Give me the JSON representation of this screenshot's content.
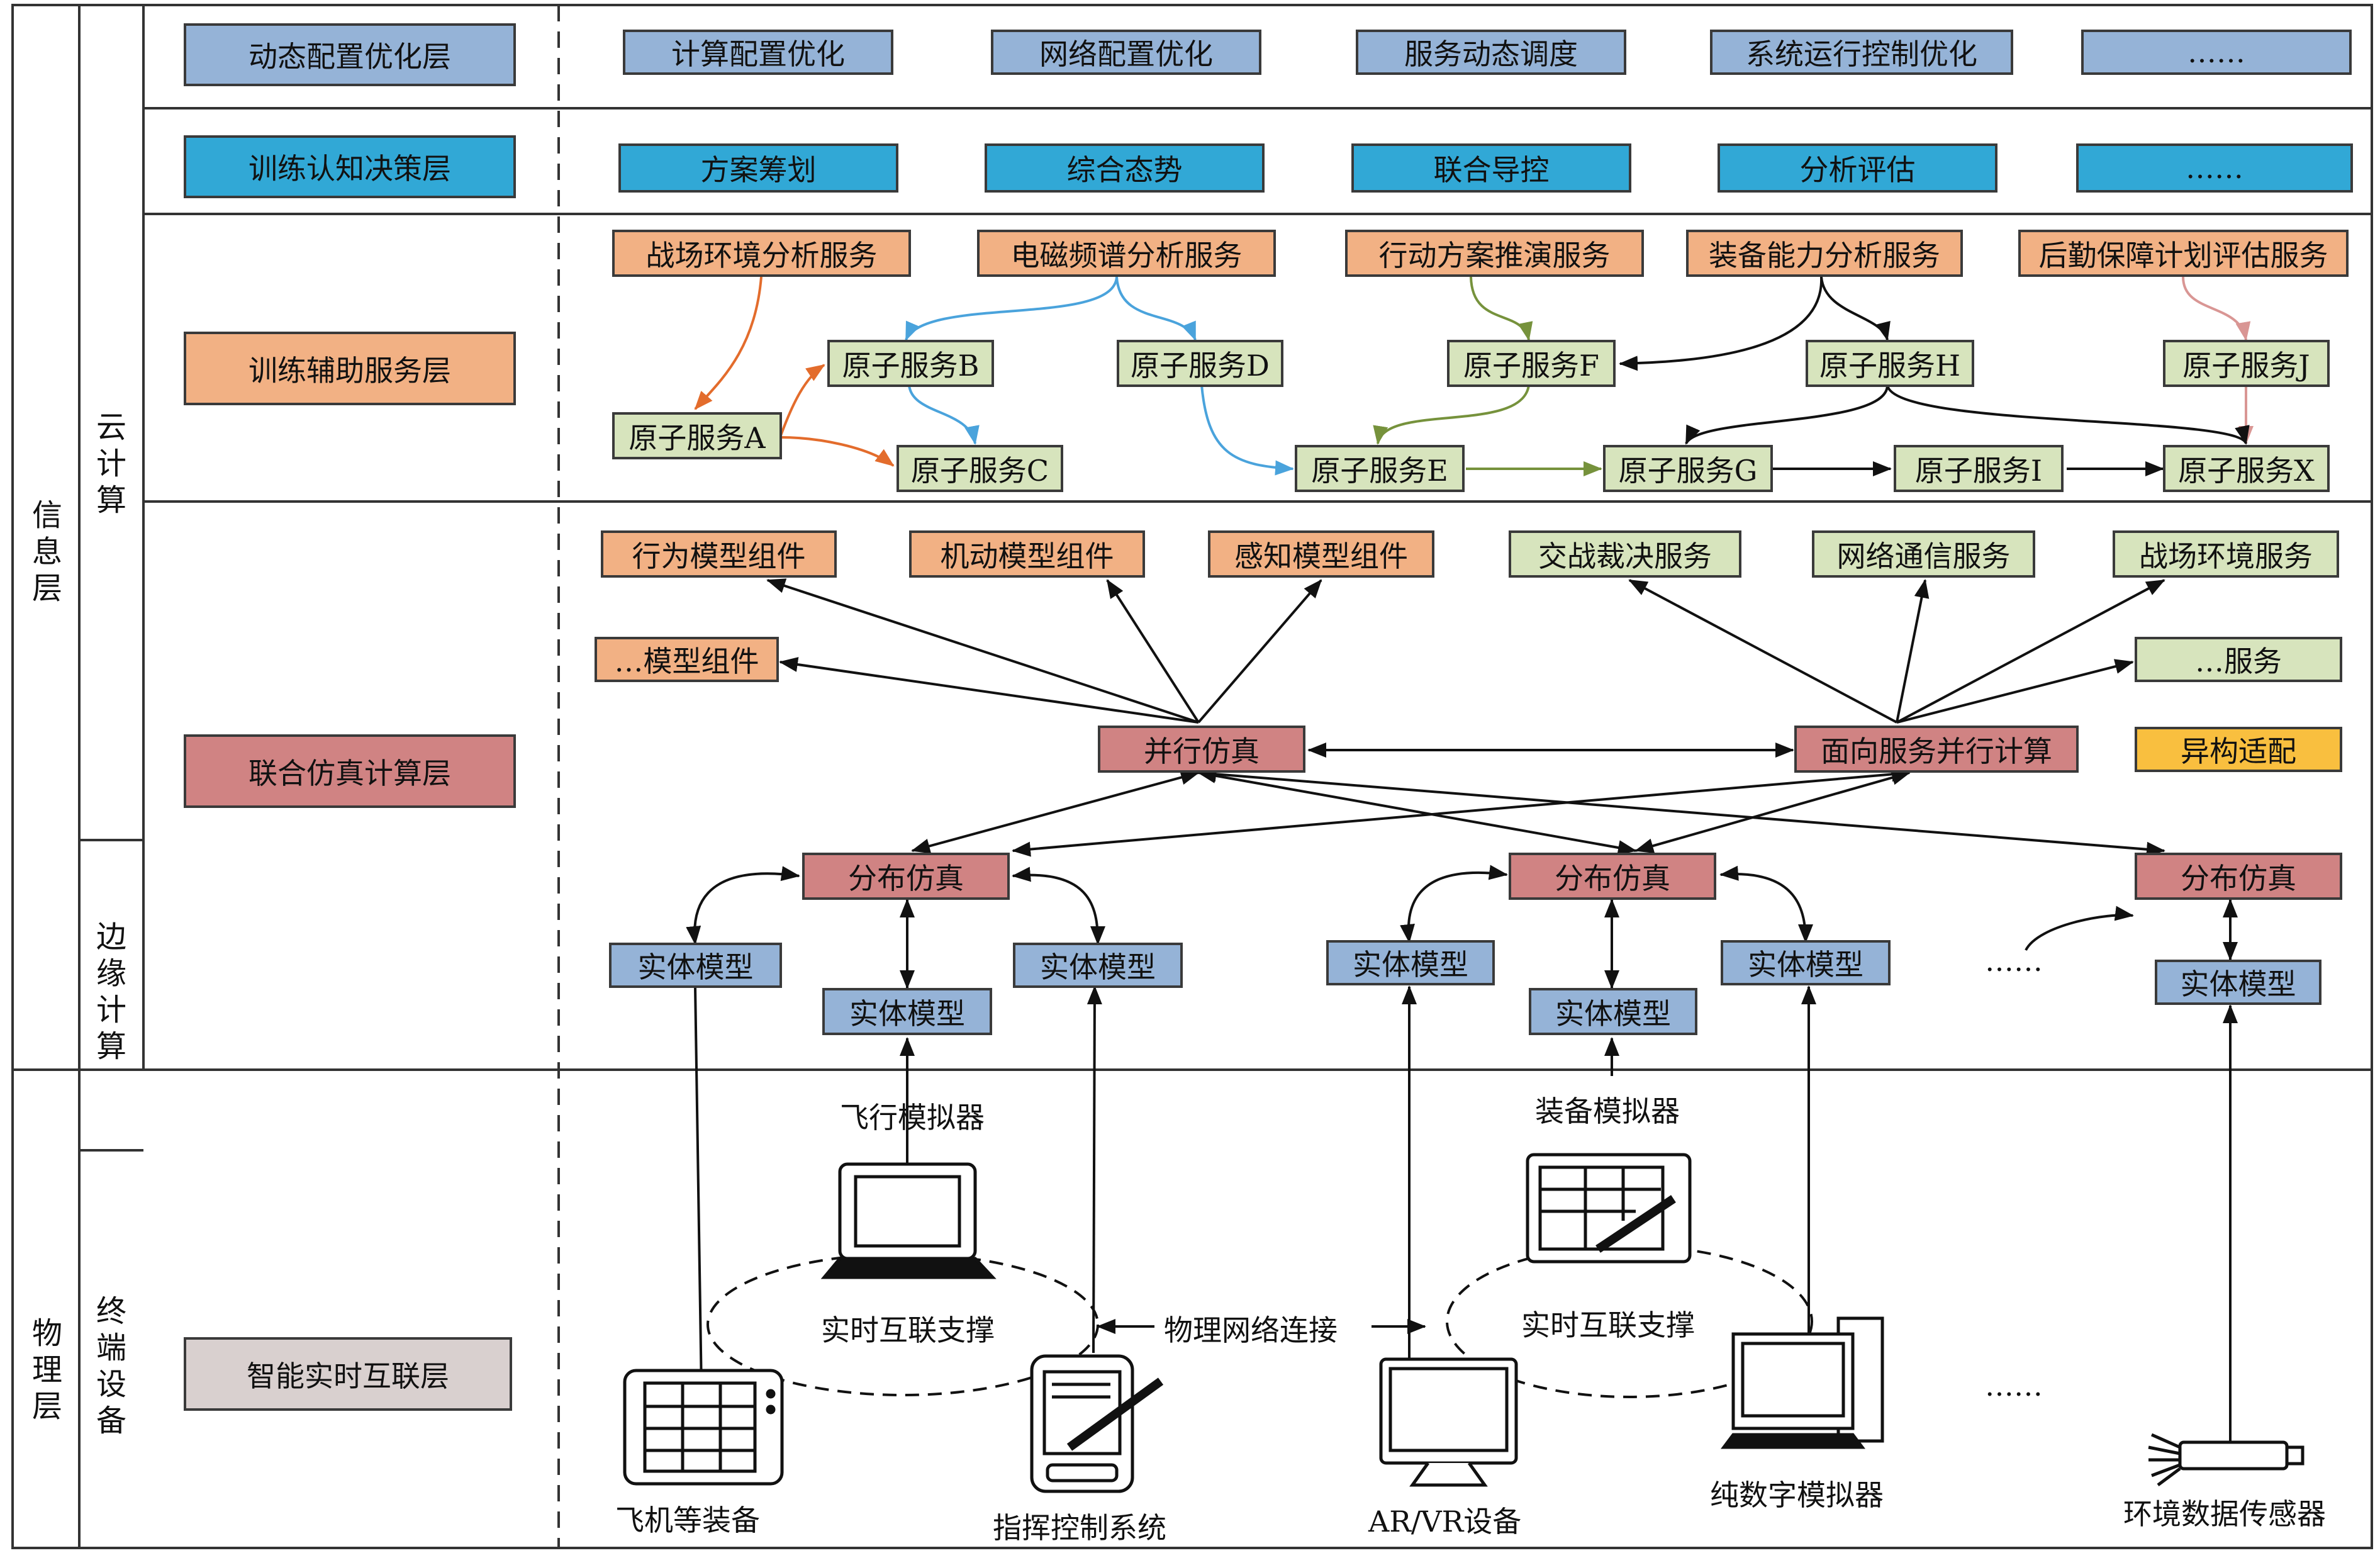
{
  "colors": {
    "blue_gray": "#95b3d7",
    "cyan": "#31a8d6",
    "peach": "#f2b184",
    "sage": "#d7e4bd",
    "rose": "#d08383",
    "gold": "#f9bf3f",
    "beige": "#d9d0cf",
    "orange_arrow": "#e36c2c",
    "blue_arrow": "#4aa3dc",
    "olive_arrow": "#76923c",
    "pink_arrow": "#d99694"
  },
  "side": {
    "info_layer": "信息层",
    "physical_layer": "物理层",
    "cloud": "云计算",
    "edge": "边缘计算",
    "terminal": "终端设备"
  },
  "layers": {
    "dynamic": "动态配置优化层",
    "training": "训练认知决策层",
    "service": "训练辅助服务层",
    "simulation": "联合仿真计算层",
    "interconnect": "智能实时互联层"
  },
  "row1": [
    "计算配置优化",
    "网络配置优化",
    "服务动态调度",
    "系统运行控制优化",
    "……"
  ],
  "row2": [
    "方案筹划",
    "综合态势",
    "联合导控",
    "分析评估",
    "……"
  ],
  "services": [
    "战场环境分析服务",
    "电磁频谱分析服务",
    "行动方案推演服务",
    "装备能力分析服务",
    "后勤保障计划评估服务"
  ],
  "atoms": {
    "A": "原子服务A",
    "B": "原子服务B",
    "C": "原子服务C",
    "D": "原子服务D",
    "E": "原子服务E",
    "F": "原子服务F",
    "G": "原子服务G",
    "H": "原子服务H",
    "I": "原子服务I",
    "J": "原子服务J",
    "X": "原子服务X"
  },
  "models": [
    "行为模型组件",
    "机动模型组件",
    "感知模型组件",
    "…模型组件"
  ],
  "sim_services": [
    "交战裁决服务",
    "网络通信服务",
    "战场环境服务",
    "…服务"
  ],
  "hetero": "异构适配",
  "parallel": "并行仿真",
  "service_parallel": "面向服务并行计算",
  "distributed": "分布仿真",
  "entity": "实体模型",
  "dots": "……",
  "devices": {
    "flight_sim": "飞行模拟器",
    "equip_sim": "装备模拟器",
    "realtime": "实时互联支撑",
    "network": "物理网络连接",
    "aircraft": "飞机等装备",
    "command": "指挥控制系统",
    "arvr": "AR/VR设备",
    "digital": "纯数字模拟器",
    "sensor": "环境数据传感器"
  }
}
